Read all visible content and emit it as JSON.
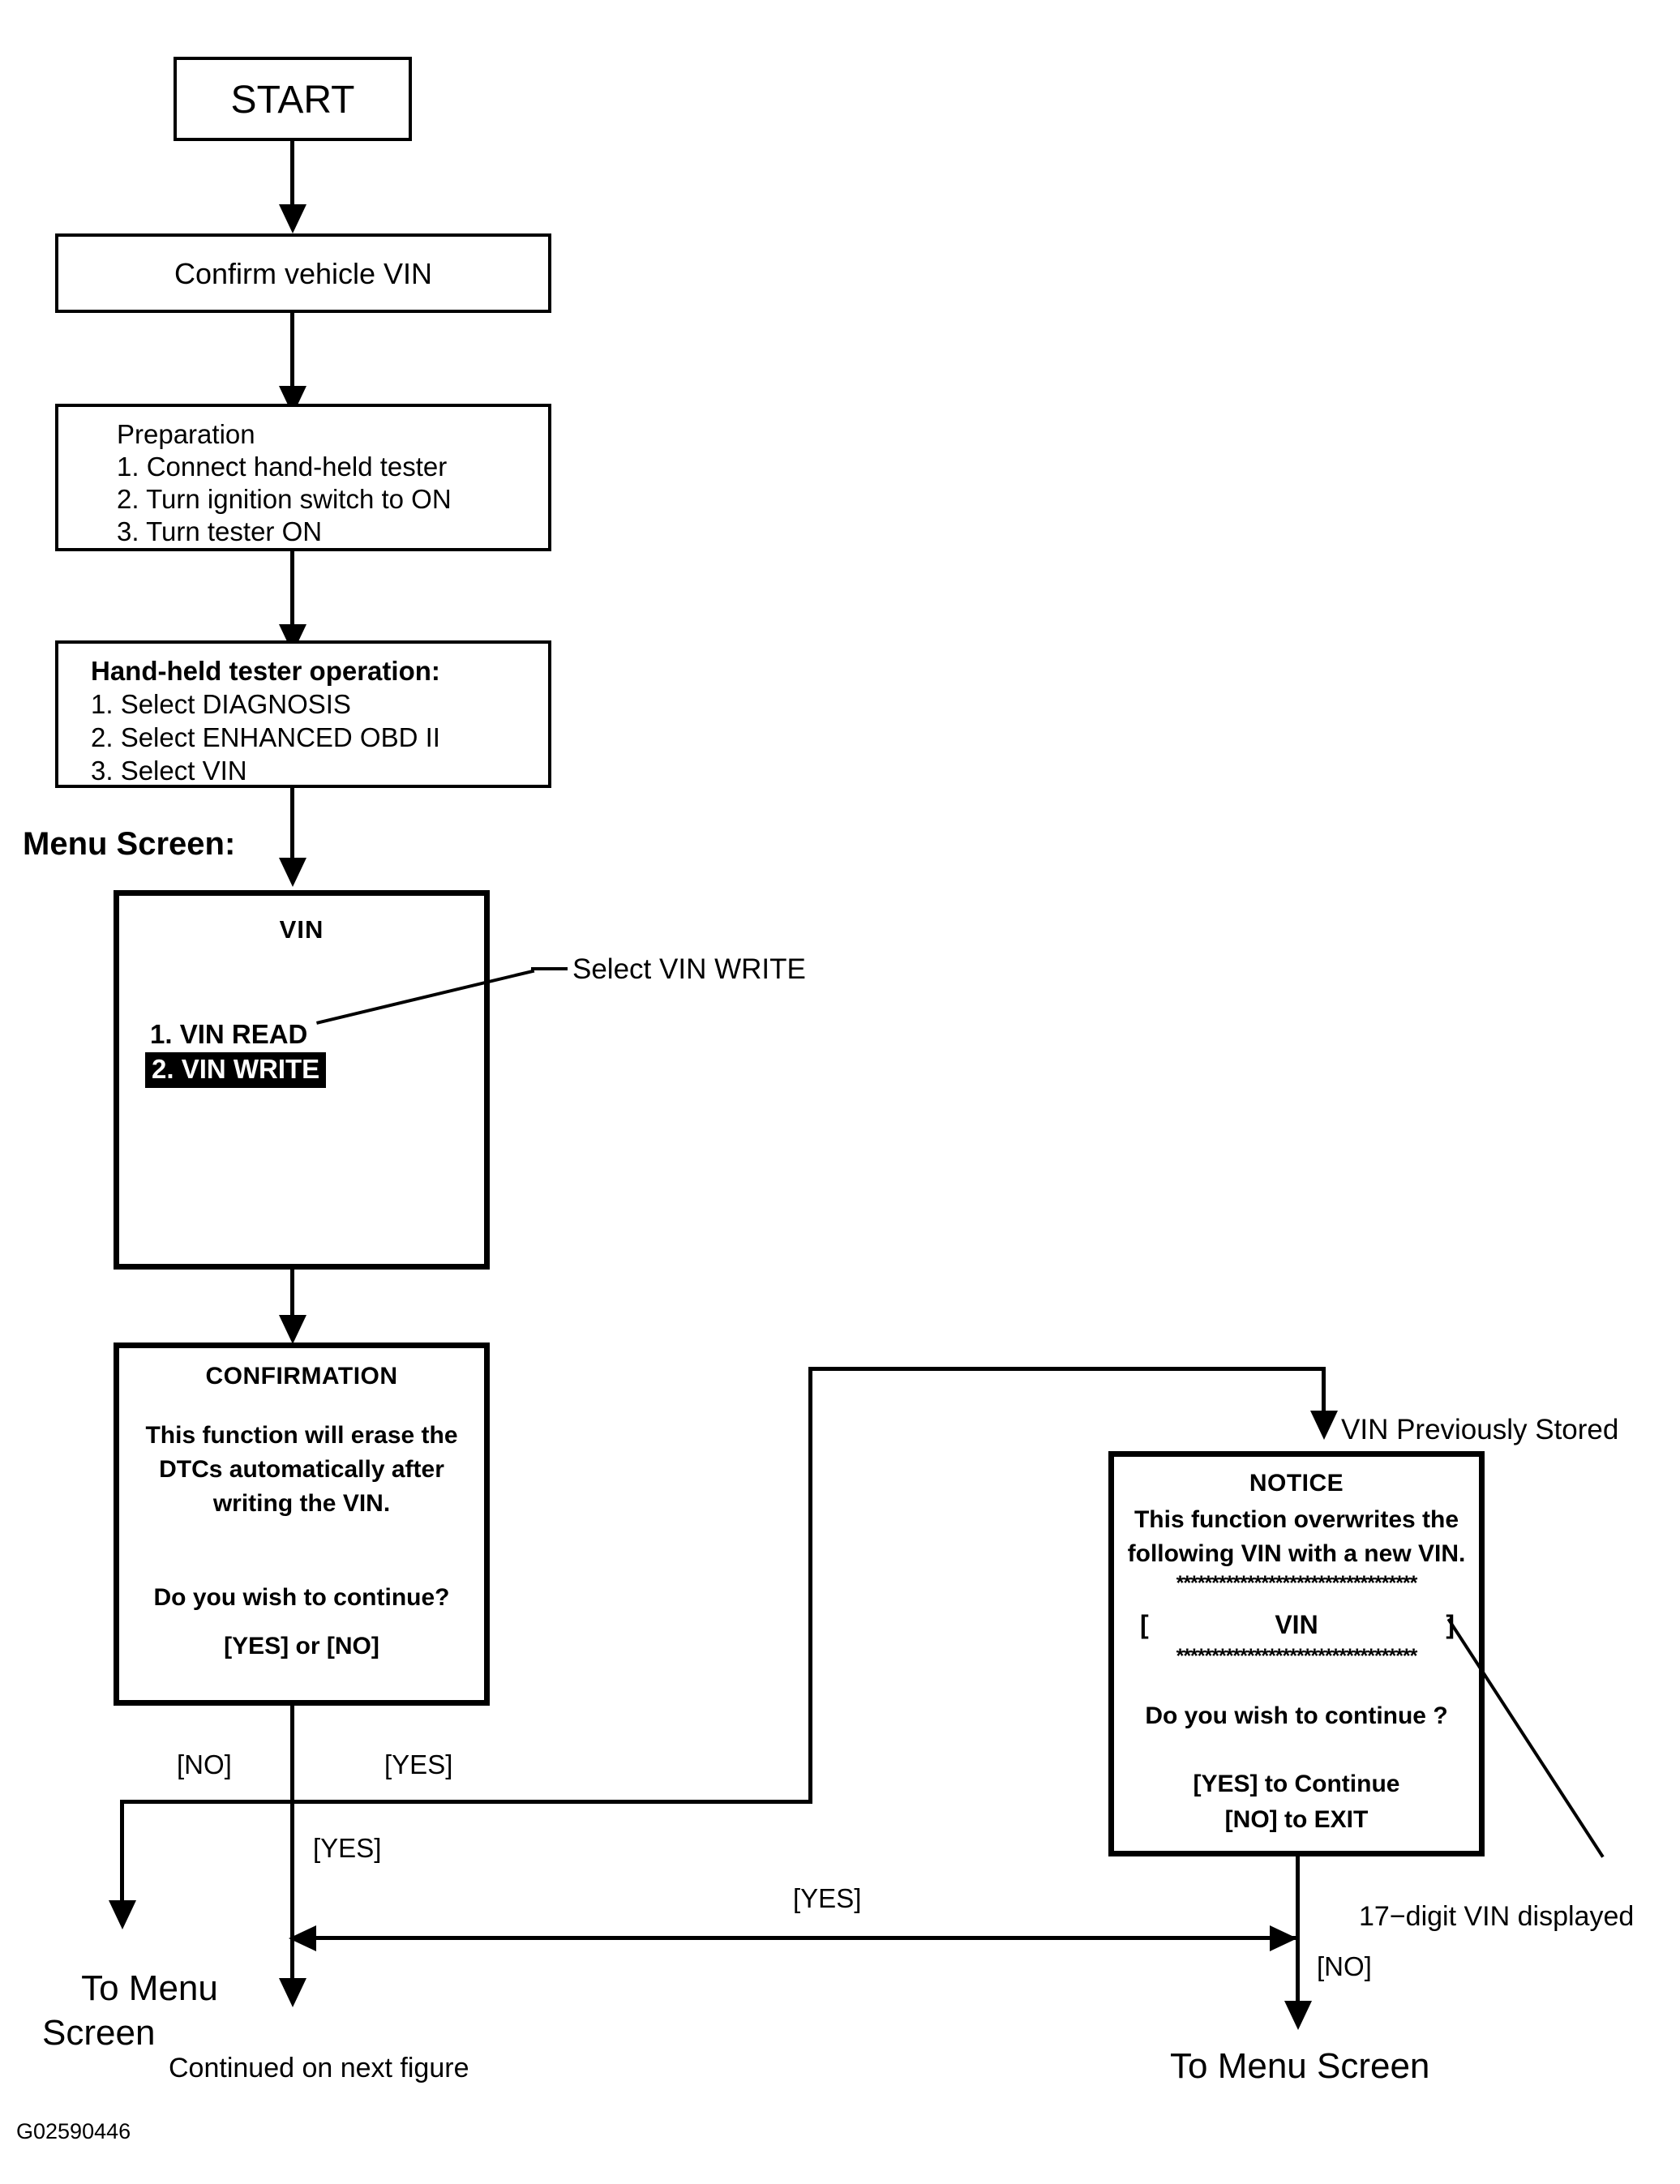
{
  "figure": {
    "id": "G02590446",
    "type": "flowchart",
    "title": "VIN WRITE procedure (hand-held tester)"
  },
  "nodes": {
    "start": {
      "label": "START"
    },
    "confirm_vin": {
      "label": "Confirm vehicle VIN"
    },
    "preparation": {
      "heading": "Preparation",
      "steps": [
        "1. Connect hand-held tester",
        "2. Turn ignition switch to ON",
        "3. Turn tester ON"
      ]
    },
    "tester_operation": {
      "heading": "Hand-held tester operation:",
      "steps": [
        "1. Select DIAGNOSIS",
        "2. Select ENHANCED OBD II",
        "3. Select VIN"
      ]
    },
    "menu_screen": {
      "section_label": "Menu Screen:",
      "screen_title": "VIN",
      "items": [
        {
          "label": "1. VIN READ",
          "selected": false
        },
        {
          "label": "2. VIN WRITE",
          "selected": true
        }
      ]
    },
    "confirmation_screen": {
      "screen_title": "CONFIRMATION",
      "body_lines": [
        "This function will erase the",
        "DTCs automatically after",
        "writing the VIN."
      ],
      "question": "Do you wish to continue?",
      "answer_hint": "[YES] or [NO]"
    },
    "notice_screen": {
      "screen_title": "NOTICE",
      "body_lines": [
        "This function overwrites the",
        "following VIN with a new VIN."
      ],
      "rule": "**********************************",
      "vin_row": {
        "left_bracket": "[",
        "center": "VIN",
        "right_bracket": "]"
      },
      "question": "Do you wish to continue ?",
      "answer_lines": [
        "[YES] to Continue",
        "[NO] to EXIT"
      ]
    }
  },
  "callouts": {
    "select_vin_write": "Select VIN WRITE",
    "vin_previously_stored": "VIN Previously Stored",
    "seventeen_digit_vin": "17−digit VIN displayed"
  },
  "edge_labels": {
    "confirmation_no": "[NO]",
    "confirmation_yes_right": "[YES]",
    "confirmation_yes_down": "[YES]",
    "notice_yes": "[YES]",
    "notice_no": "[NO]"
  },
  "terminals": {
    "to_menu_screen_left": "To Menu\nScreen",
    "continued": "Continued on next figure",
    "to_menu_screen_right": "To Menu Screen"
  },
  "colors": {
    "ink": "#000000",
    "paper": "#ffffff",
    "highlight_bg": "#000000",
    "highlight_fg": "#ffffff"
  }
}
